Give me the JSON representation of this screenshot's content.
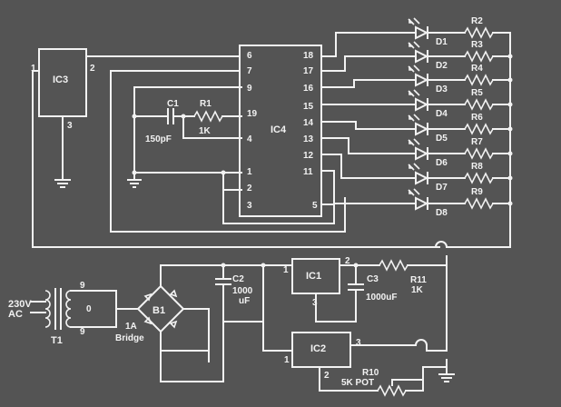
{
  "ic3": {
    "name": "IC3",
    "pins": [
      "1",
      "2",
      "3"
    ]
  },
  "ic4": {
    "name": "IC4",
    "pins_left": [
      "6",
      "7",
      "9",
      "19",
      "4",
      "1",
      "2",
      "3"
    ],
    "pins_right": [
      "18",
      "17",
      "16",
      "15",
      "14",
      "13",
      "12",
      "11",
      "5"
    ]
  },
  "ic1": {
    "name": "IC1",
    "pins": [
      "1",
      "2",
      "3"
    ]
  },
  "ic2": {
    "name": "IC2",
    "pins": [
      "1",
      "2",
      "3"
    ]
  },
  "c1": {
    "name": "C1",
    "value": "150pF"
  },
  "r1": {
    "name": "R1",
    "value": "1K"
  },
  "leds": [
    "D1",
    "D2",
    "D3",
    "D4",
    "D5",
    "D6",
    "D7",
    "D8"
  ],
  "resistors": [
    "R2",
    "R3",
    "R4",
    "R5",
    "R6",
    "R7",
    "R8",
    "R9"
  ],
  "power": {
    "ac_line1": "230V",
    "ac_line2": "AC",
    "transformer": "T1",
    "tap_top": "9",
    "tap_mid": "0",
    "tap_bot": "9",
    "bridge": "B1",
    "bridge_line1": "1A",
    "bridge_line2": "Bridge",
    "c2": "C2",
    "c2_value1": "1000",
    "c2_value2": "uF",
    "c3": "C3",
    "c3_value": "1000uF",
    "r11": "R11",
    "r11_value": "1K",
    "r10": "R10",
    "r10_value": "5K POT"
  }
}
